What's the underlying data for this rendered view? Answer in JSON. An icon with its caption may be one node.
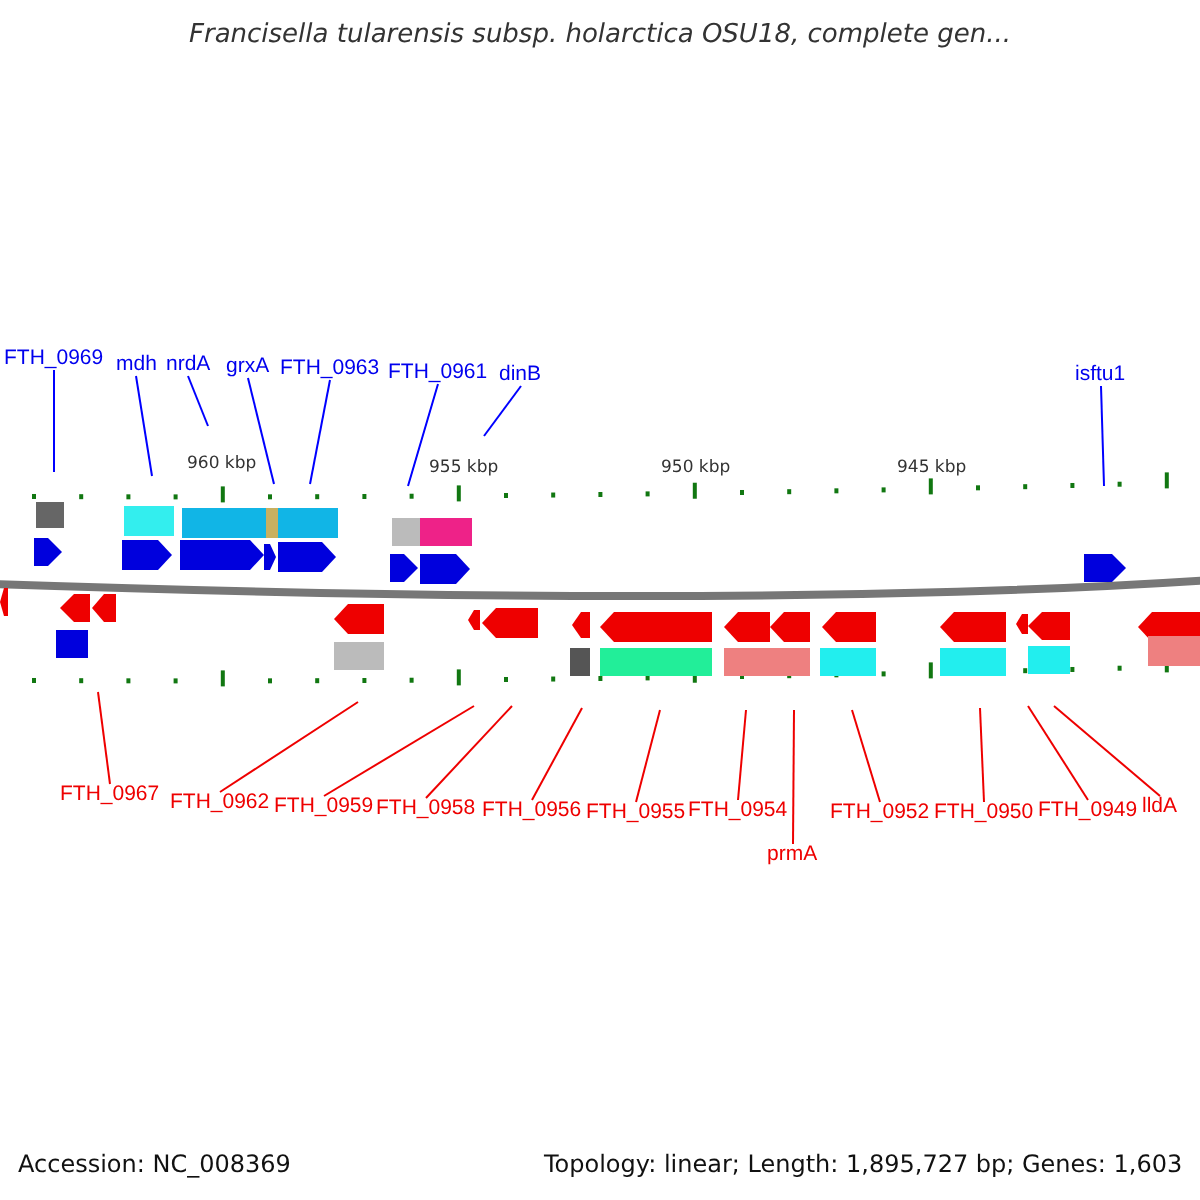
{
  "diagram": {
    "title": "Francisella tularensis subsp. holarctica OSU18, complete gen...",
    "nodes": [
      {
        "text": [
          "FTH_0969"
        ]
      },
      {
        "text": [
          "mdh"
        ]
      },
      {
        "text": [
          "nrdA"
        ]
      },
      {
        "text": [
          "grxA"
        ]
      },
      {
        "text": [
          "FTH_0963"
        ]
      },
      {
        "text": [
          "FTH_0961"
        ]
      },
      {
        "text": [
          "dinB"
        ]
      },
      {
        "text": [
          "isftu1"
        ]
      },
      {
        "text": [
          "FTH_0967"
        ]
      },
      {
        "text": [
          "FTH_0962"
        ]
      },
      {
        "text": [
          "FTH_0959"
        ]
      },
      {
        "text": [
          "FTH_0958"
        ]
      },
      {
        "text": [
          "FTH_0956"
        ]
      },
      {
        "text": [
          "FTH_0955"
        ]
      },
      {
        "text": [
          "FTH_0954"
        ]
      },
      {
        "text": [
          "prmA"
        ]
      },
      {
        "text": [
          "FTH_0952"
        ]
      },
      {
        "text": [
          "FTH_0950"
        ]
      },
      {
        "text": [
          "FTH_0949"
        ]
      },
      {
        "text": [
          "lldA"
        ]
      }
    ],
    "edges": [
      {
        "from": 0,
        "to": null,
        "arrow": "none",
        "color": "#0000ff"
      },
      {
        "from": 1,
        "to": null,
        "arrow": "none",
        "color": "#0000ff"
      },
      {
        "from": 2,
        "to": null,
        "arrow": "none",
        "color": "#0000ff"
      },
      {
        "from": 3,
        "to": null,
        "arrow": "none",
        "color": "#0000ff"
      },
      {
        "from": 4,
        "to": null,
        "arrow": "none",
        "color": "#0000ff"
      },
      {
        "from": 5,
        "to": null,
        "arrow": "none",
        "color": "#0000ff"
      },
      {
        "from": 6,
        "to": null,
        "arrow": "none",
        "color": "#0000ff"
      },
      {
        "from": 7,
        "to": null,
        "arrow": "none",
        "color": "#0000ff"
      },
      {
        "from": 8,
        "to": null,
        "arrow": "none"
      },
      {
        "from": 9,
        "to": null,
        "arrow": "none"
      },
      {
        "from": 10,
        "to": null,
        "arrow": "none"
      },
      {
        "from": 11,
        "to": null,
        "arrow": "none"
      },
      {
        "from": 12,
        "to": null,
        "arrow": "none"
      },
      {
        "from": 13,
        "to": null,
        "arrow": "none"
      },
      {
        "from": 14,
        "to": null,
        "arrow": "none"
      },
      {
        "from": 15,
        "to": null,
        "arrow": "none"
      },
      {
        "from": 16,
        "to": null,
        "arrow": "none"
      },
      {
        "from": 17,
        "to": null,
        "arrow": "none"
      },
      {
        "from": 18,
        "to": null,
        "arrow": "none"
      },
      {
        "from": 19,
        "to": null,
        "arrow": "none"
      }
    ],
    "labels": [
      "960 kbp",
      "955 kbp",
      "950 kbp",
      "945 kbp",
      "Accession: NC_008369",
      "Topology: linear; Length: 1,895,727 bp; Genes: 1,603"
    ]
  }
}
